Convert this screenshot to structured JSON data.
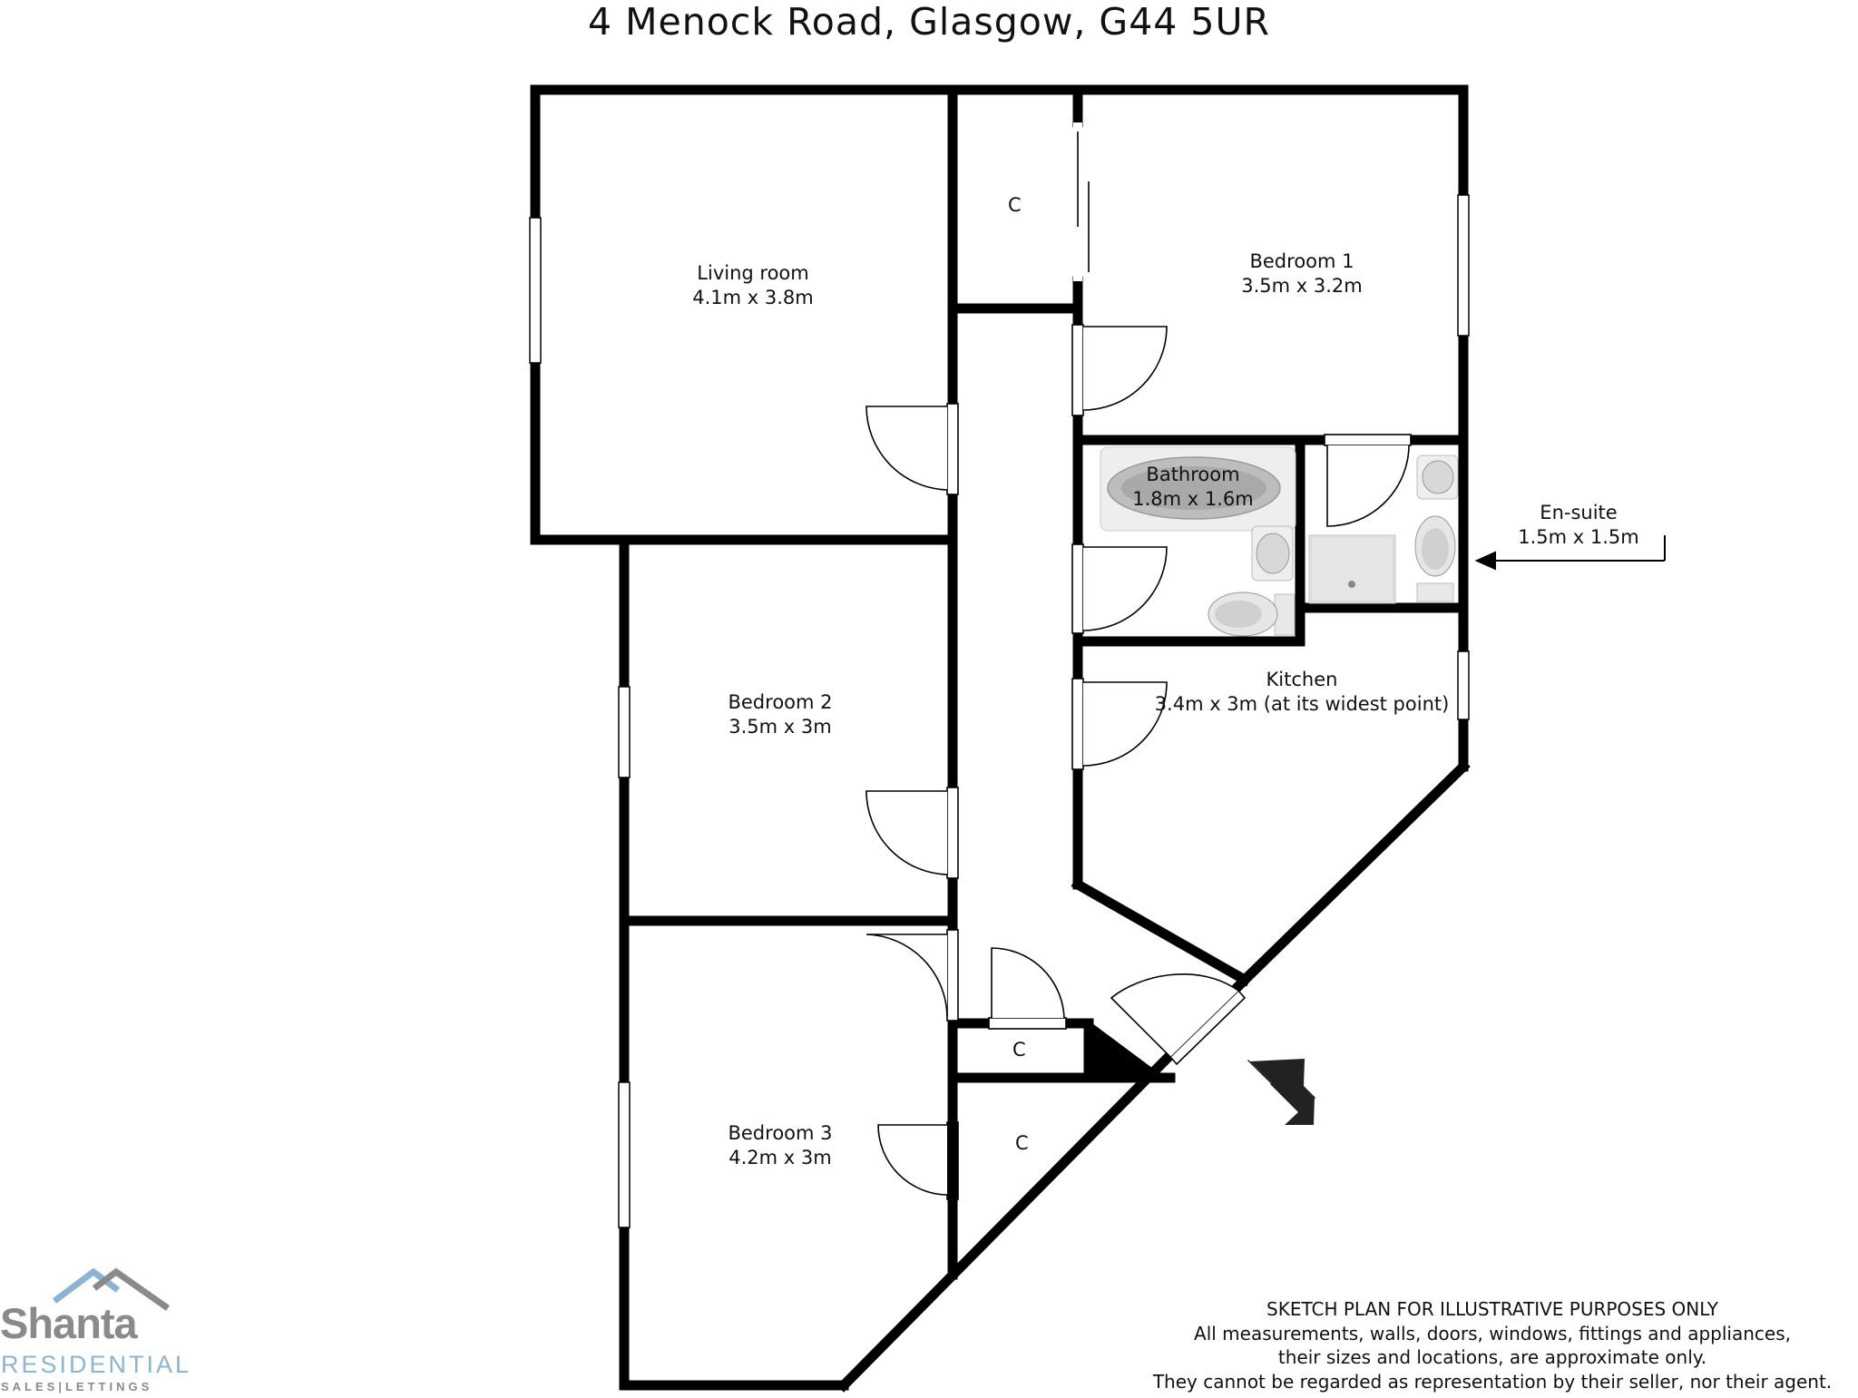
{
  "title": "4 Menock Road, Glasgow, G44 5UR",
  "rooms": {
    "living_room": {
      "name": "Living room",
      "size": "4.1m x 3.8m"
    },
    "bedroom1": {
      "name": "Bedroom 1",
      "size": "3.5m x 3.2m"
    },
    "bathroom": {
      "name": "Bathroom",
      "size": "1.8m x 1.6m"
    },
    "ensuite": {
      "name": "En-suite",
      "size": "1.5m x 1.5m"
    },
    "kitchen": {
      "name": "Kitchen",
      "size": "3.4m x 3m (at its widest point)"
    },
    "bedroom2": {
      "name": "Bedroom 2",
      "size": "3.5m x 3m"
    },
    "bedroom3": {
      "name": "Bedroom 3",
      "size": "4.2m x 3m"
    },
    "closet_label": "C"
  },
  "disclaimer": {
    "line1": "SKETCH PLAN FOR ILLUSTRATIVE PURPOSES ONLY",
    "line2": "All measurements, walls, doors, windows, fittings and appliances,",
    "line3": "their sizes and locations, are approximate only.",
    "line4": "They cannot be regarded as representation by their seller, nor their agent."
  },
  "logo": {
    "name": "Shanta",
    "sub": "RESIDENTIAL",
    "tag": "SALES|LETTINGS"
  },
  "colors": {
    "wall": "#000000",
    "logo_grey": "#8a8a8a",
    "logo_blue": "#8ab3d4"
  }
}
